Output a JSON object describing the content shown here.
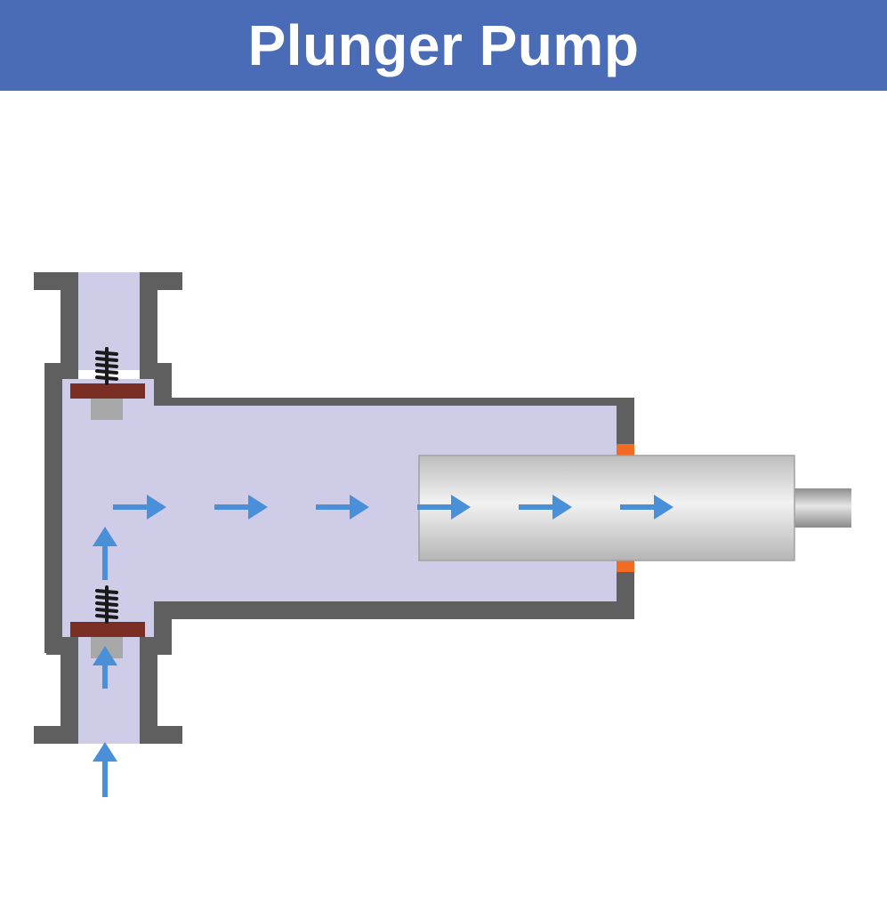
{
  "title": "Plunger Pump",
  "colors": {
    "header": "#4A6BB5",
    "casing": "#5F5F5F",
    "fluid": "#CFCCE8",
    "arrow": "#4A90D9",
    "valve_disc": "#7A2E24",
    "valve_seat": "#A8A8A8",
    "spring": "#1A1A1A",
    "seal": "#F26B22",
    "plunger_light": "#F2F2F2",
    "plunger_dark": "#BDBDBD"
  },
  "components": [
    "pump-casing",
    "suction-valve",
    "discharge-valve",
    "plunger",
    "plunger-rod",
    "seal",
    "fluid-chamber",
    "flow-arrow"
  ]
}
